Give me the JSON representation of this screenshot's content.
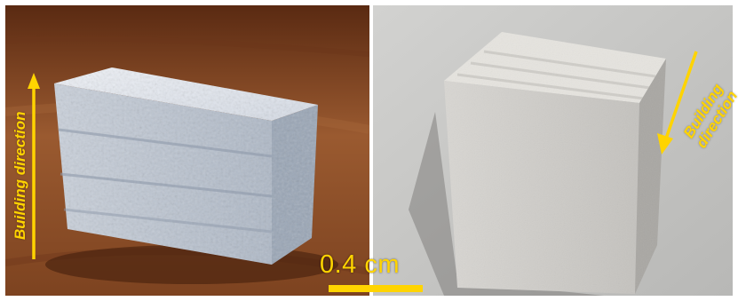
{
  "left_panel": {
    "direction_label": "Building direction"
  },
  "right_panel": {
    "direction_label_line1": "Building",
    "direction_label_line2": "direction"
  },
  "scale_bar": {
    "label": "0.4 cm"
  },
  "colors": {
    "annotation": "#ffd400",
    "left_background": "#8a4a25",
    "right_background": "#c7c7c5"
  }
}
